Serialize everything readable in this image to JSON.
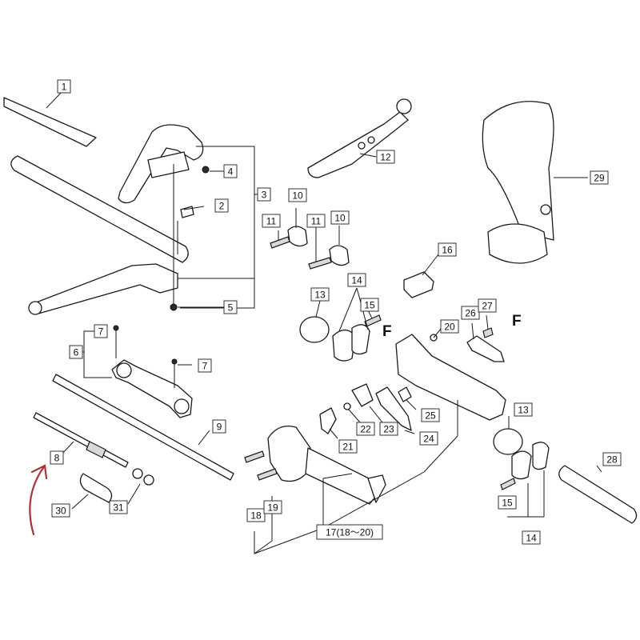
{
  "labels": [
    {
      "id": "p1",
      "text": "1"
    },
    {
      "id": "p2",
      "text": "2"
    },
    {
      "id": "p3",
      "text": "3"
    },
    {
      "id": "p4",
      "text": "4"
    },
    {
      "id": "p5",
      "text": "5"
    },
    {
      "id": "p6",
      "text": "6"
    },
    {
      "id": "p7a",
      "text": "7"
    },
    {
      "id": "p7b",
      "text": "7"
    },
    {
      "id": "p8",
      "text": "8"
    },
    {
      "id": "p9",
      "text": "9"
    },
    {
      "id": "p10a",
      "text": "10"
    },
    {
      "id": "p10b",
      "text": "10"
    },
    {
      "id": "p11a",
      "text": "11"
    },
    {
      "id": "p11b",
      "text": "11"
    },
    {
      "id": "p12",
      "text": "12"
    },
    {
      "id": "p13a",
      "text": "13"
    },
    {
      "id": "p13b",
      "text": "13"
    },
    {
      "id": "p14a",
      "text": "14"
    },
    {
      "id": "p14b",
      "text": "14"
    },
    {
      "id": "p15a",
      "text": "15"
    },
    {
      "id": "p15b",
      "text": "15"
    },
    {
      "id": "p16",
      "text": "16"
    },
    {
      "id": "p17",
      "text": "17(18～20)"
    },
    {
      "id": "p18",
      "text": "18"
    },
    {
      "id": "p19",
      "text": "19"
    },
    {
      "id": "p20",
      "text": "20"
    },
    {
      "id": "p21",
      "text": "21"
    },
    {
      "id": "p22",
      "text": "22"
    },
    {
      "id": "p23",
      "text": "23"
    },
    {
      "id": "p24",
      "text": "24"
    },
    {
      "id": "p25",
      "text": "25"
    },
    {
      "id": "p26",
      "text": "26"
    },
    {
      "id": "p27",
      "text": "27"
    },
    {
      "id": "p28",
      "text": "28"
    },
    {
      "id": "p29",
      "text": "29"
    },
    {
      "id": "p30",
      "text": "30"
    },
    {
      "id": "p31",
      "text": "31"
    }
  ],
  "letters": {
    "left": "F",
    "right": "F"
  },
  "colors": {
    "highlight_arrow": "#b0303a",
    "line": "#1a1a1a"
  }
}
